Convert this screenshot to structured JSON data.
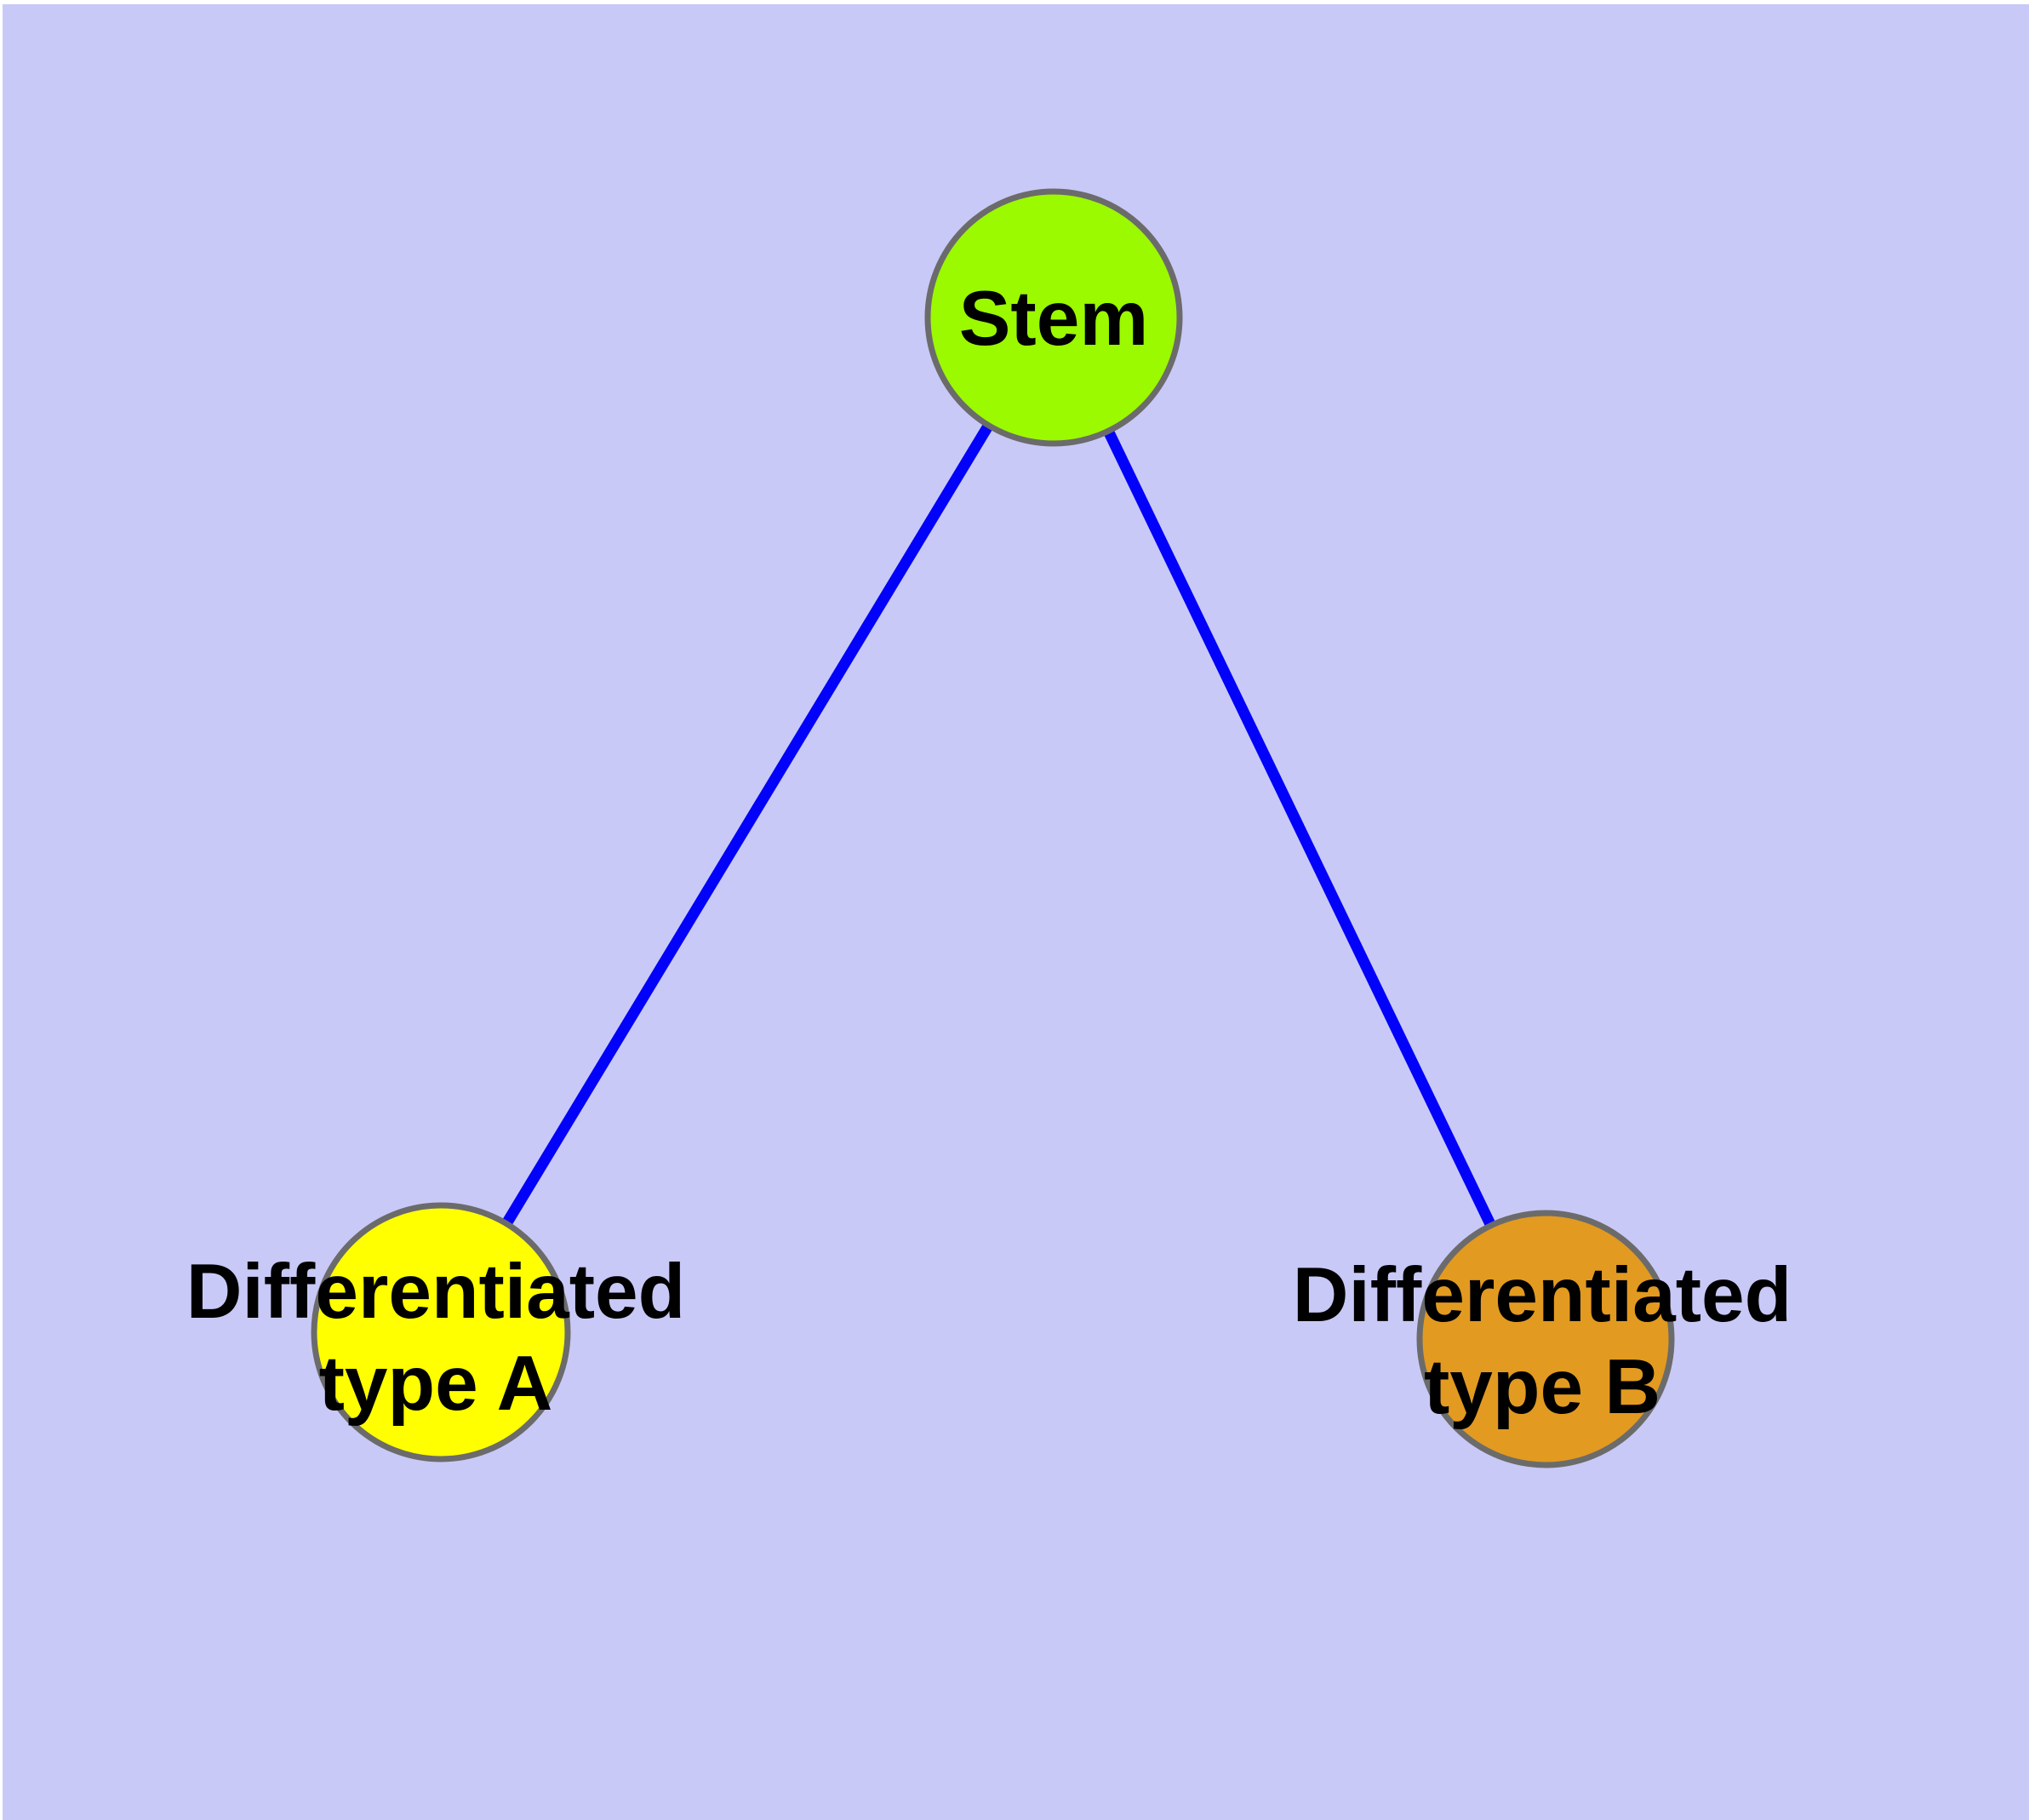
{
  "diagram": {
    "type": "node-link-graph",
    "background_color": "#C9C9F7",
    "page_edge_color": "#FFFFFF",
    "node_border_color": "#6B6B6B",
    "edge_color": "#0202FA",
    "text_color": "#000000",
    "nodes": {
      "stem": {
        "label": "Stem",
        "fill": "#9BF900"
      },
      "type_a": {
        "label_line1": "Differentiated",
        "label_line2": "type A",
        "fill": "#FFFF00"
      },
      "type_b": {
        "label_line1": "Differentiated",
        "label_line2": "type B",
        "fill": "#E29A20"
      }
    },
    "edges": [
      {
        "from": "Stem",
        "to": "Differentiated type A"
      },
      {
        "from": "Stem",
        "to": "Differentiated type B"
      }
    ]
  }
}
